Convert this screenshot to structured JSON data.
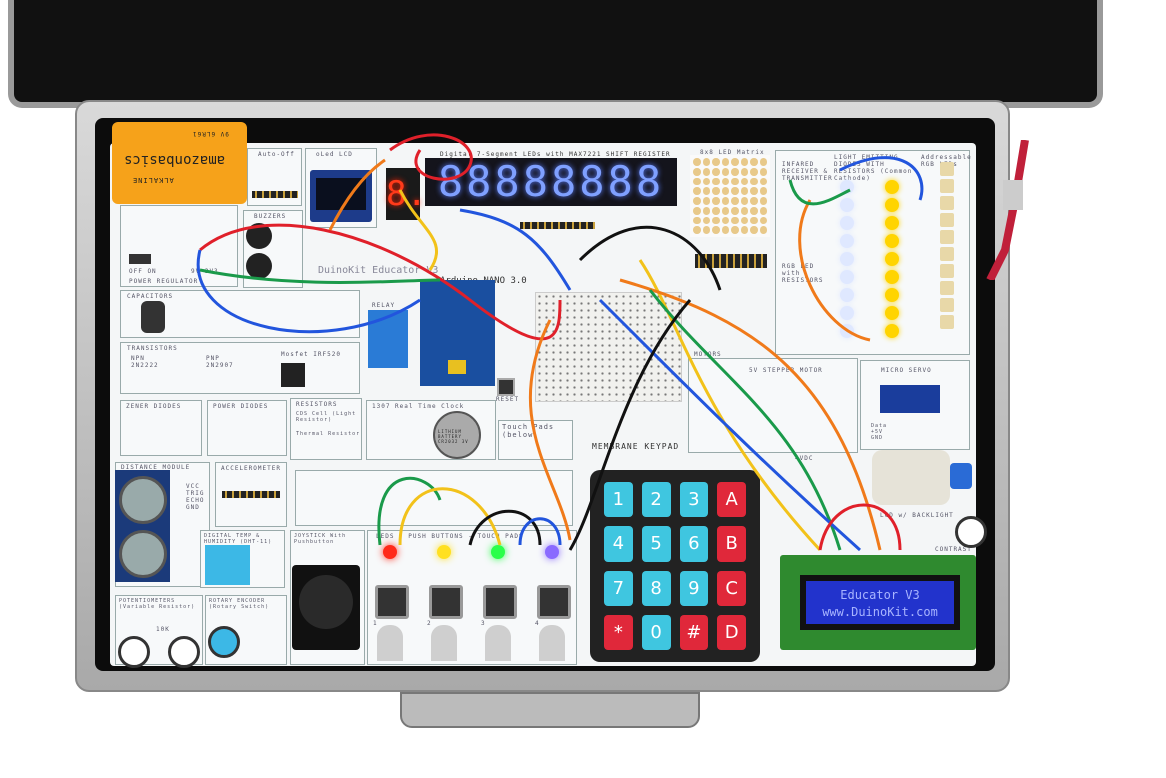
{
  "battery": {
    "brand": "amazonbasics",
    "type": "ALKALINE",
    "spec": "9V 6LR61",
    "color": "#f6a21a"
  },
  "board": {
    "title": "DuinoKit Educator V3"
  },
  "modules": {
    "auto_off": "Auto-Off",
    "oled": "oLed LCD",
    "seven_seg_title": "Digital 7-Segment LEDs with MAX7221 SHIFT REGISTER",
    "seven_seg_single": "8.",
    "seven_seg_digits": "88888888",
    "matrix": "8x8 LED Matrix",
    "infrared": "INFARED RECEIVER & TRANSMITTER",
    "leds": "LIGHT EMITTING DIODES WITH RESISTORS (Common Cathode)",
    "rgb": "Addressable RGB LEDs",
    "rgb_led": "RGB LED with RESISTORS",
    "power_regulator": "POWER REGULATOR",
    "off_on": "OFF ON",
    "volt": "9V 3V3",
    "buzzers": "BUZZERS",
    "capacitors": "CAPACITORS",
    "arduino": "Arduino NANO 3.0",
    "relay": "RELAY",
    "transistors": "TRANSISTORS",
    "npn": "NPN 2N2222",
    "pnp": "PNP 2N2907",
    "mosfet": "Mosfet IRF520",
    "zener": "ZENER DIODES",
    "power_diodes": "POWER DIODES",
    "resistors": "RESISTORS",
    "cds": "CDS Cell (Light Resistor)",
    "thermal": "Thermal Resistor",
    "rtc": "1307 Real Time Clock",
    "rtc_battery": "LITHIUM BATTERY CR2032 3V",
    "touch_pads_below": "Touch Pads (below)",
    "reset": "RESET",
    "distance": "DISTANCE MODULE",
    "distance_pins": "VCC TRIG ECHO GND",
    "accelerometer": "ACCELEROMETER",
    "dht": "DIGITAL TEMP & HUMIDITY (DHT-11)",
    "joystick": "JOYSTICK With Pushbutton",
    "leds_buttons": "LEDS - PUSH BUTTONS - TOUCH PADS",
    "potentiometers": "POTENTIOMETERS (Variable Resistor)",
    "pot_value": "10K",
    "rotary": "ROTARY ENCODER (Rotary Switch)",
    "keypad": "MEMBRANE KEYPAD",
    "motors": "MOTORS",
    "stepper": "5V STEPPER MOTOR",
    "servo": "MICRO SERVO",
    "servo_pins": "Data +5V GND",
    "dc_motor": "4VDC",
    "lcd_title": "LCD w/ BACKLIGHT",
    "contrast": "CONTRAST",
    "button_numbers": [
      "1",
      "2",
      "3",
      "4"
    ]
  },
  "keypad_keys": [
    "1",
    "2",
    "3",
    "A",
    "4",
    "5",
    "6",
    "B",
    "7",
    "8",
    "9",
    "C",
    "*",
    "0",
    "#",
    "D"
  ],
  "lcd": {
    "line1": "Educator V3",
    "line2": "www.DuinoKit.com"
  },
  "colors": {
    "key_digit": "#3fc6e0",
    "key_letter": "#e0283a",
    "lcd_screen": "#2233cc",
    "lcd_pcb": "#2f8a2f",
    "display_digits": "#7fa0ff"
  }
}
